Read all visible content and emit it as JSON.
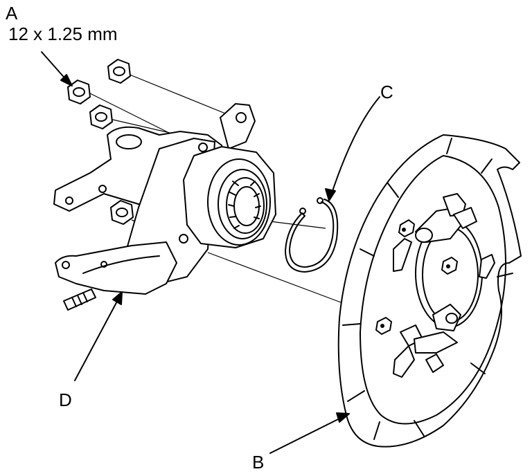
{
  "callouts": {
    "a_letter": "A",
    "a_spec": "12 x 1.25 mm",
    "b_letter": "B",
    "c_letter": "C",
    "d_letter": "D"
  },
  "parts": {
    "a_icon": "flange-nut-icon",
    "b_icon": "splash-shield-backing-plate-icon",
    "c_icon": "snap-ring-icon",
    "d_icon": "knuckle-hub-bearing-assembly-icon"
  },
  "colors": {
    "ink": "#000000",
    "paper": "#ffffff"
  }
}
